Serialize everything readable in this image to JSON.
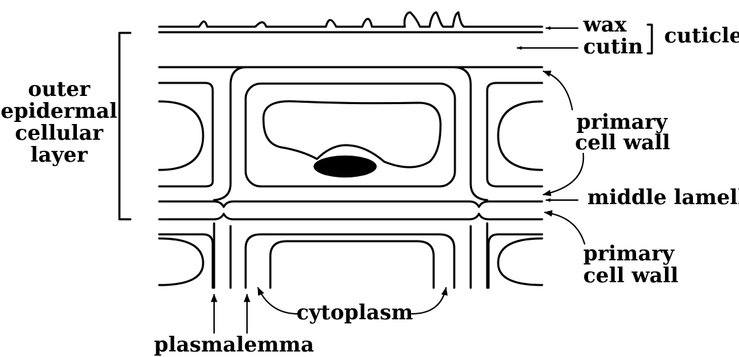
{
  "labels": {
    "wax": "wax",
    "cutin": "cutin",
    "cuticle": "cuticle",
    "outer_epidermal_line1": "outer",
    "outer_epidermal_line2": "epidermal",
    "outer_epidermal_line3": "cellular",
    "outer_epidermal_line4": "layer",
    "primary_cell_wall_upper_line1": "primary",
    "primary_cell_wall_upper_line2": "cell wall",
    "middle_lamella": "middle lamella",
    "primary_cell_wall_lower_line1": "primary",
    "primary_cell_wall_lower_line2": "cell wall",
    "cytoplasm": "cytoplasm",
    "plasmalemma": "plasmalemma"
  }
}
